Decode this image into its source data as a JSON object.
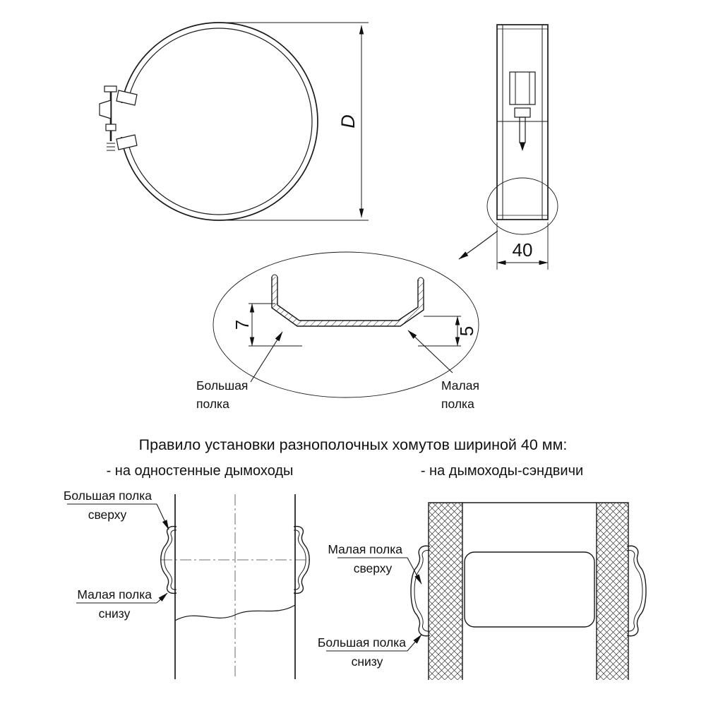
{
  "drawing": {
    "front_view": {
      "diameter_dim": "D"
    },
    "side_view": {
      "width_dim": "40"
    },
    "detail_view": {
      "big_flange_dim": "7",
      "small_flange_dim": "5",
      "big_flange_label_line1": "Большая",
      "big_flange_label_line2": "полка",
      "small_flange_label_line1": "Малая",
      "small_flange_label_line2": "полка"
    },
    "title": "Правило установки разнополочных хомутов шириной 40 мм:",
    "single_wall": {
      "subtitle": "- на одностенные дымоходы",
      "top_label_line1": "Большая полка",
      "top_label_line2": "сверху",
      "bottom_label_line1": "Малая полка",
      "bottom_label_line2": "снизу"
    },
    "sandwich": {
      "subtitle": "- на дымоходы-сэндвичи",
      "top_label_line1": "Малая полка",
      "top_label_line2": "сверху",
      "bottom_label_line1": "Большая полка",
      "bottom_label_line2": "снизу"
    },
    "colors": {
      "line": "#1a1a1a",
      "background": "#ffffff"
    }
  }
}
